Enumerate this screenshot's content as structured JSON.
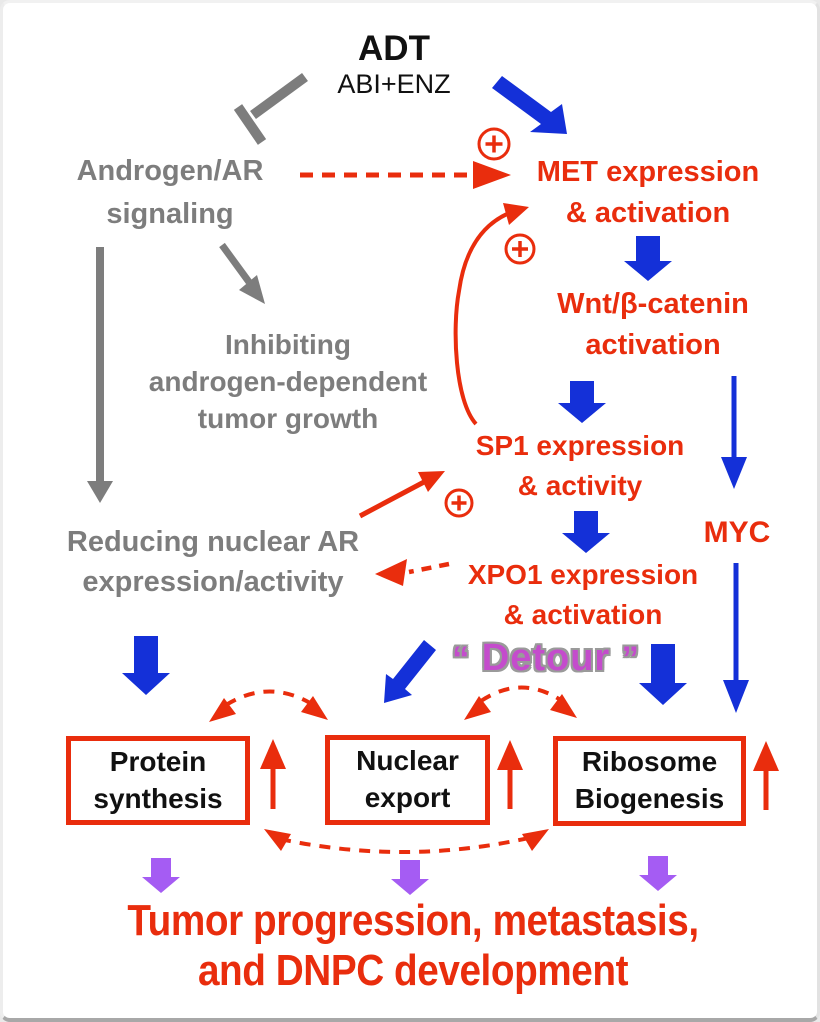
{
  "colors": {
    "red": "#e92d0d",
    "blue": "#1430d8",
    "gray": "#7d7d7d",
    "purple_arrow": "#a55cf3",
    "detour_purple": "#c44ccc",
    "black": "#111111"
  },
  "icons": {
    "stimulation": "⊕"
  },
  "diagram": {
    "adt": {
      "label": "ADT",
      "treatment": "ABI+ENZ"
    },
    "androgen": {
      "line1": "Androgen/AR",
      "line2": "signaling"
    },
    "met": {
      "line1": "MET expression",
      "line2": "& activation"
    },
    "inhibiting": {
      "line1": "Inhibiting",
      "line2": "androgen-dependent",
      "line3": "tumor growth"
    },
    "wnt": {
      "line1": "Wnt/β-catenin",
      "line2": "activation"
    },
    "sp1": {
      "line1": "SP1 expression",
      "line2": "& activity"
    },
    "myc": {
      "label": "MYC"
    },
    "xpo1": {
      "line1": "XPO1 expression",
      "line2": "& activation"
    },
    "reducing": {
      "line1": "Reducing nuclear AR",
      "line2": "expression/activity"
    },
    "detour": {
      "open_quote": "“",
      "label": "Detour",
      "close_quote": "”"
    },
    "boxes": {
      "protein": {
        "line1": "Protein",
        "line2": "synthesis"
      },
      "nuclear": {
        "line1": "Nuclear",
        "line2": "export"
      },
      "ribosome": {
        "line1": "Ribosome",
        "line2": "Biogenesis"
      }
    },
    "outcome": {
      "line1": "Tumor progression, metastasis,",
      "line2": "and DNPC development"
    }
  }
}
